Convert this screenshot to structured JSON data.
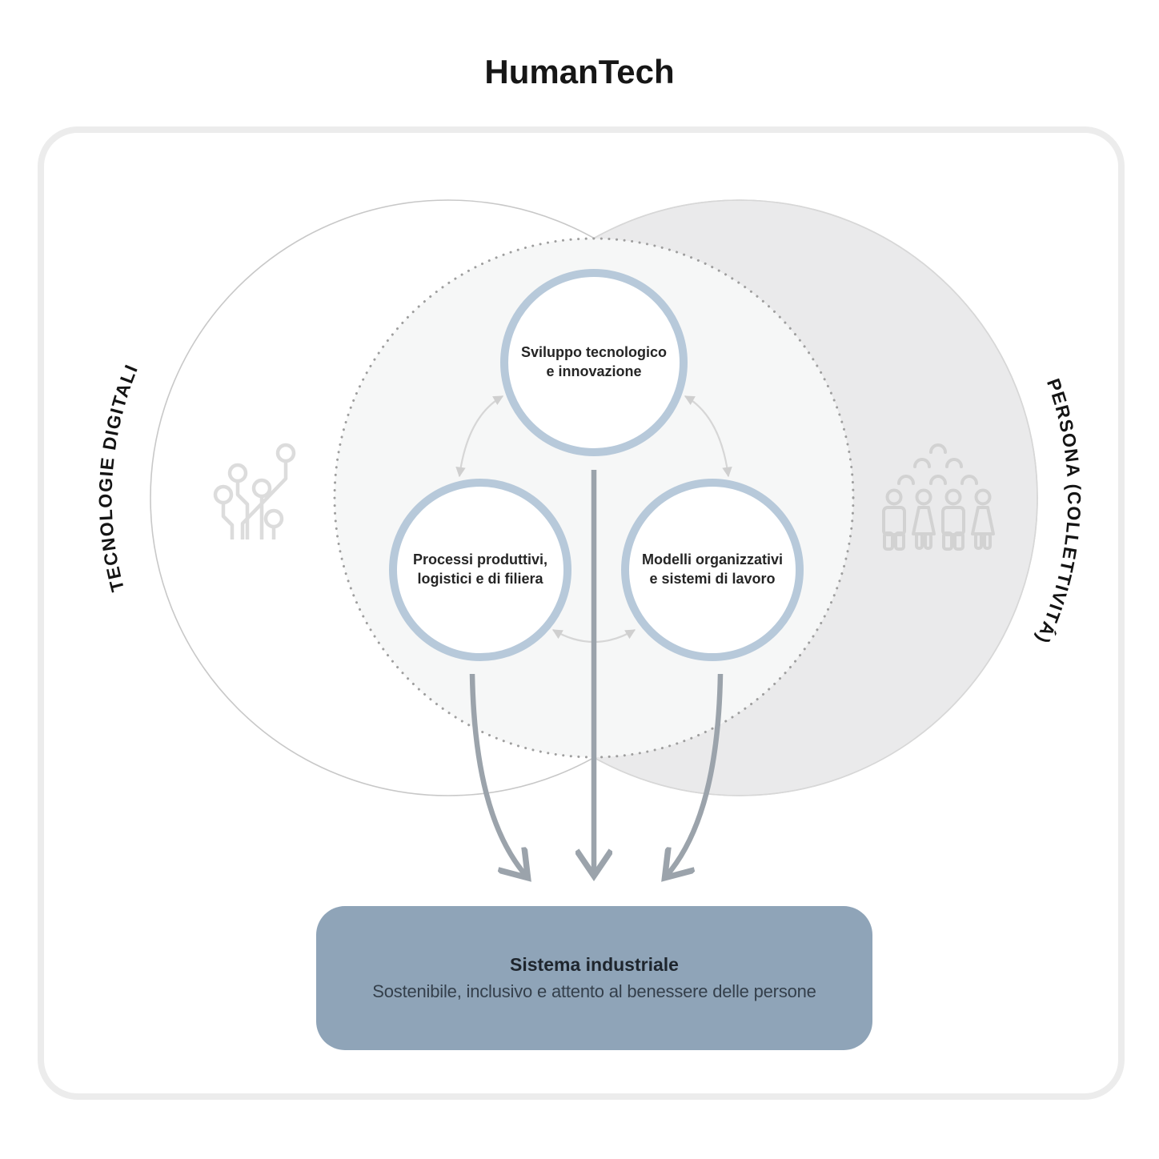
{
  "title": "HumanTech",
  "venn": {
    "left_circle_label": "TECNOLOGIE DIGITALI",
    "right_circle_label": "PERSONA (COLLETTIVITÁ)",
    "left_icon": "circuit-nodes-icon",
    "right_icon": "people-group-icon"
  },
  "nodes": {
    "top": {
      "line1": "Sviluppo tecnologico",
      "line2": "e innovazione"
    },
    "bottom_left": {
      "line1": "Processi produttivi,",
      "line2": "logistici e di filiera"
    },
    "bottom_right": {
      "line1": "Modelli organizzativi",
      "line2": "e sistemi di lavoro"
    }
  },
  "outcome_box": {
    "title": "Sistema industriale",
    "subtitle": "Sostenibile, inclusivo e attento al benessere delle persone"
  },
  "colors": {
    "node_ring": "#b7c9da",
    "outcome_box_bg": "#8fa4b8",
    "right_circle_fill": "#eaeaeb",
    "inner_circle_fill": "#f6f7f7",
    "thick_arrow": "#9ba3ab",
    "thin_arrow": "#d6d6d6",
    "panel_border": "#ececec"
  }
}
